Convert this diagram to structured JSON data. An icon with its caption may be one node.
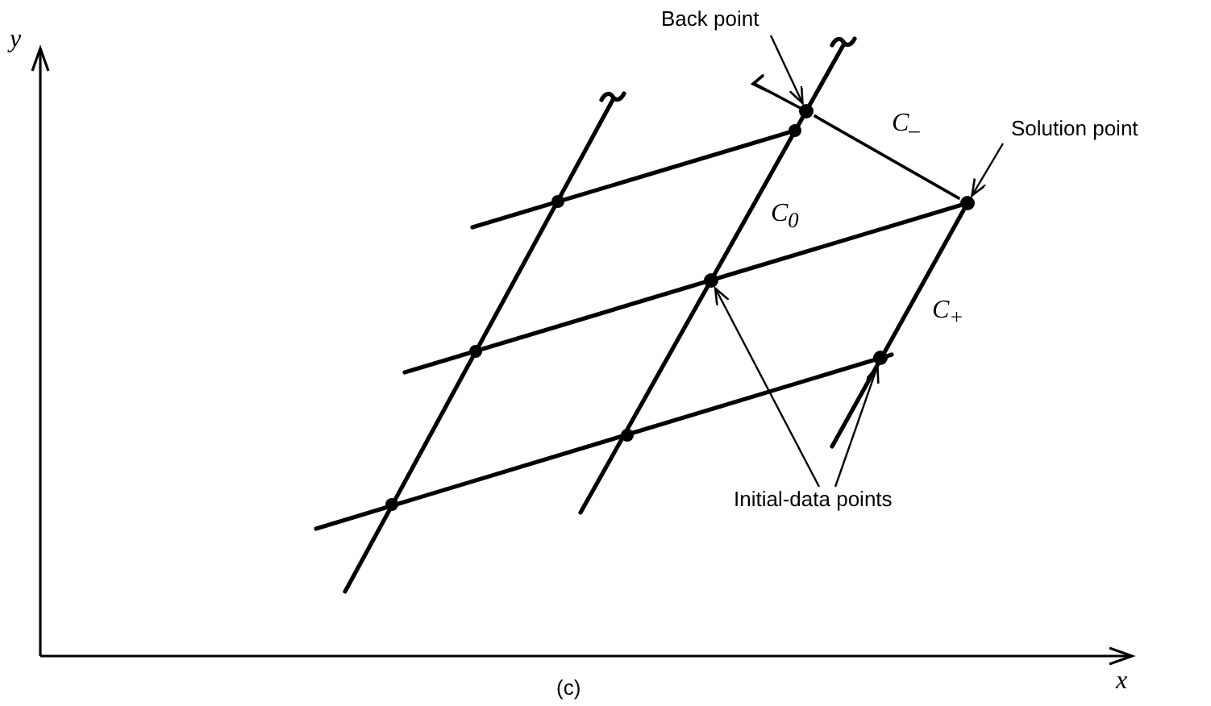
{
  "diagram": {
    "caption": "(c)",
    "nodes": [
      {
        "text": [
          "Back point"
        ]
      },
      {
        "text": [],
        "shape": "circle"
      },
      {
        "text": [
          "Solution point"
        ]
      },
      {
        "text": [],
        "shape": "circle"
      },
      {
        "text": [
          "Initial-data points"
        ]
      },
      {
        "text": [],
        "shape": "circle"
      },
      {
        "text": [],
        "shape": "circle"
      }
    ],
    "edges": [
      {
        "from": 0,
        "to": 1,
        "arrow": "to"
      },
      {
        "from": 2,
        "to": 3,
        "arrow": "to"
      },
      {
        "from": 4,
        "to": 5,
        "arrow": "to"
      },
      {
        "from": 4,
        "to": 6,
        "arrow": "to"
      },
      {
        "from": 1,
        "to": 3,
        "arrow": "none",
        "label": "C$_{–}$"
      }
    ],
    "labels": [
      "y",
      "C$_{0}$",
      "C$_{+}$",
      "x"
    ]
  }
}
